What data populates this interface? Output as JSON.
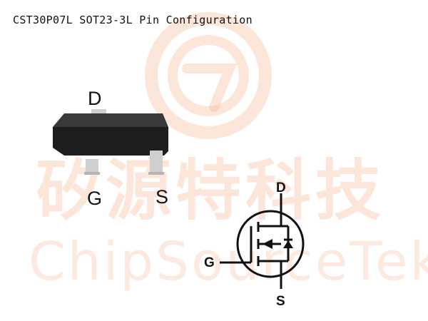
{
  "title": "CST30P07L SOT23-3L Pin Configuration",
  "watermark": {
    "cn_text": "矽源特科技",
    "en_text": "ChipSourceTek.",
    "color": "#f5a882"
  },
  "package": {
    "pin_labels": {
      "drain": "D",
      "gate": "G",
      "source": "S"
    },
    "body_color": "#1e1e1e",
    "lead_color": "#cfcfcf"
  },
  "symbol": {
    "labels": {
      "drain": "D",
      "gate": "G",
      "source": "S"
    }
  }
}
